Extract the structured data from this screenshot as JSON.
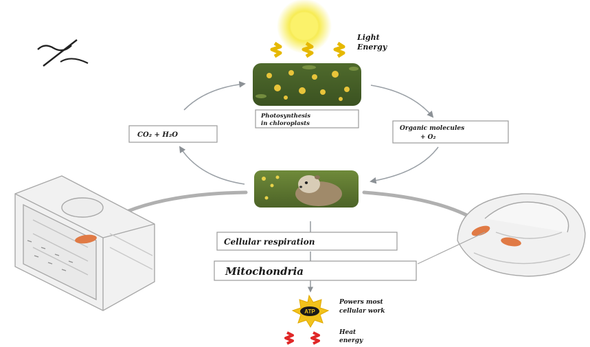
{
  "title": "",
  "light_label": {
    "line1": "Light",
    "line2": "Energy"
  },
  "chloroplast_box": {
    "line1": "Photosynthesis",
    "line2": "in chloroplasts"
  },
  "inputs_box": "CO₂ + H₂O",
  "outputs_box": {
    "line1": "Organic molecules",
    "line2": "+ O₂"
  },
  "respiration_box": "Cellular respiration",
  "mitochondria_box": "Mitochondria",
  "atp_badge": "ATP",
  "atp_label": {
    "line1": "Powers most",
    "line2": "cellular work"
  },
  "heat_label": {
    "line1": "Heat",
    "line2": "energy"
  },
  "signature_mark": "~/~",
  "colors": {
    "sun": "#f7e84a",
    "light_arrow": "#e6b800",
    "cycle_arrow": "#9aa0a6",
    "transfer_arrow": "#b0b0b0",
    "heat_arrow": "#e02828",
    "mitochondrion": "#e07a45"
  }
}
